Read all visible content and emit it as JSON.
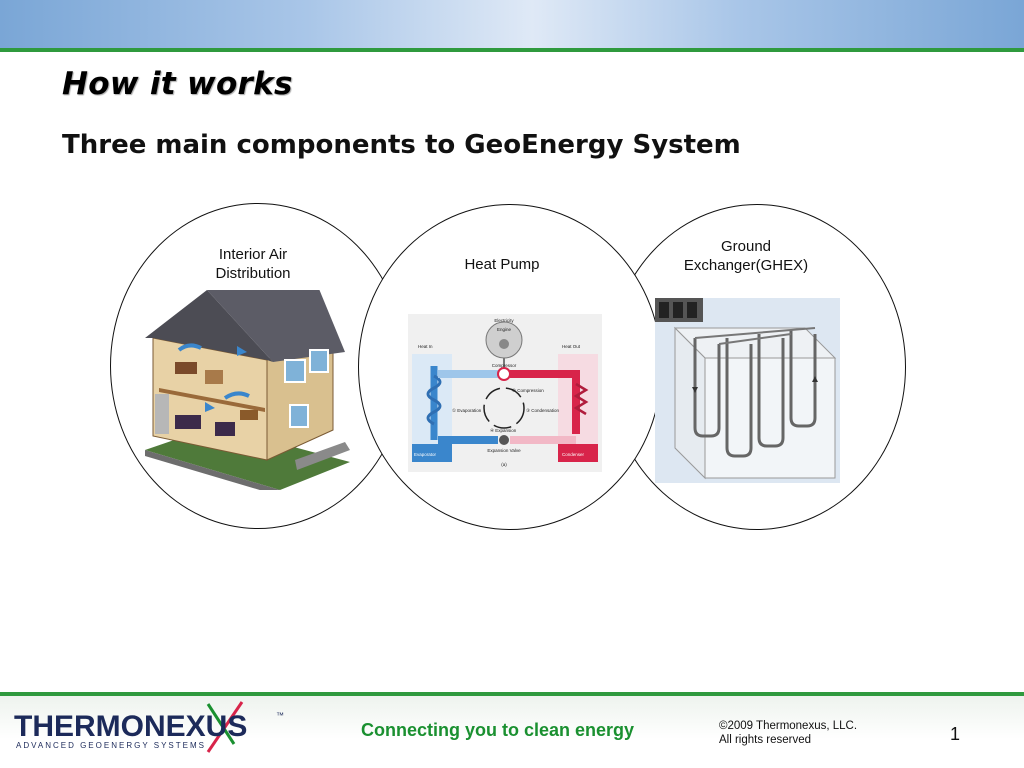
{
  "slide": {
    "title": "How it works",
    "subtitle": "Three main components to GeoEnergy System",
    "components": [
      {
        "label_line1": "Interior  Air",
        "label_line2": "Distribution"
      },
      {
        "label": "Heat Pump"
      },
      {
        "label_line1": "Ground",
        "label_line2": "Exchanger(GHEX)"
      }
    ]
  },
  "heat_pump_diagram": {
    "electricity": "Electricity",
    "engine": "Engine",
    "compressor": "Compressor",
    "heat_in": "Heat In",
    "heat_out": "Heat Out",
    "step_compression": "② Compression",
    "step_evaporation": "① Evaporation",
    "step_condensation": "③ Condensation",
    "step_expansion": "④ Expansion",
    "expansion_valve": "Expansion Valve",
    "evaporator": "Evaporator",
    "condenser": "Condenser",
    "caption": "(a)"
  },
  "footer": {
    "logo_text": "THERMONEXUS",
    "logo_tm": "™",
    "logo_subtext": "ADVANCED GEOENERGY SYSTEMS",
    "tagline": "Connecting you to clean energy",
    "copyright_line1": "©2009 Thermonexus, LLC.",
    "copyright_line2": "All rights reserved",
    "page_number": "1"
  },
  "colors": {
    "accent_green": "#2f9a3e",
    "tagline_green": "#1a9030",
    "band_blue": "#7aa6d6",
    "cold_blue": "#3a86cc",
    "hot_red": "#d8244a"
  }
}
